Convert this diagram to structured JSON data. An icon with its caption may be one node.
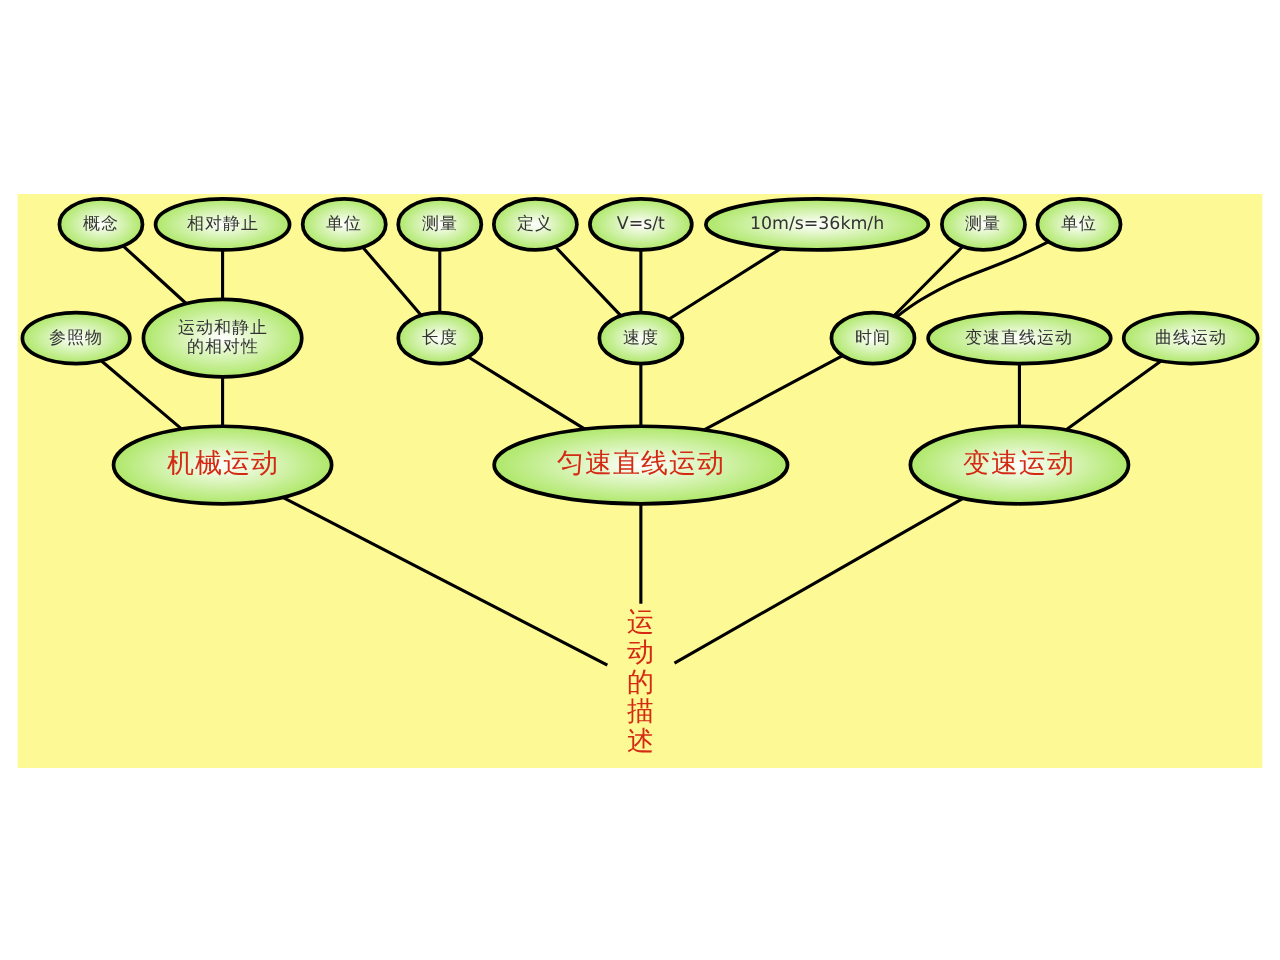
{
  "diagram": {
    "nodes": [
      {
        "text": [
          "运动的描述"
        ]
      },
      {
        "text": [
          "机械运动"
        ]
      },
      {
        "text": [
          "参照物"
        ]
      },
      {
        "text": [
          "运动和静止的相对性"
        ]
      },
      {
        "text": [
          "概念"
        ]
      },
      {
        "text": [
          "相对静止"
        ]
      },
      {
        "text": [
          "匀速直线运动"
        ]
      },
      {
        "text": [
          "长度"
        ]
      },
      {
        "text": [
          "单位"
        ]
      },
      {
        "text": [
          "测量"
        ]
      },
      {
        "text": [
          "速度"
        ]
      },
      {
        "text": [
          "定义"
        ]
      },
      {
        "text": [
          "V=s/t"
        ]
      },
      {
        "text": [
          "10m/s=36km/h"
        ]
      },
      {
        "text": [
          "时间"
        ]
      },
      {
        "text": [
          "测量"
        ]
      },
      {
        "text": [
          "单位"
        ]
      },
      {
        "text": [
          "变速运动"
        ]
      },
      {
        "text": [
          "变速直线运动"
        ]
      },
      {
        "text": [
          "曲线运动"
        ]
      }
    ],
    "edges": [
      {
        "from": 0,
        "to": 1,
        "arrow": "none"
      },
      {
        "from": 0,
        "to": 6,
        "arrow": "none"
      },
      {
        "from": 0,
        "to": 17,
        "arrow": "none"
      },
      {
        "from": 1,
        "to": 2,
        "arrow": "none"
      },
      {
        "from": 1,
        "to": 3,
        "arrow": "none"
      },
      {
        "from": 3,
        "to": 4,
        "arrow": "none"
      },
      {
        "from": 3,
        "to": 5,
        "arrow": "none"
      },
      {
        "from": 6,
        "to": 7,
        "arrow": "none"
      },
      {
        "from": 7,
        "to": 8,
        "arrow": "none"
      },
      {
        "from": 7,
        "to": 9,
        "arrow": "none"
      },
      {
        "from": 6,
        "to": 10,
        "arrow": "none"
      },
      {
        "from": 10,
        "to": 11,
        "arrow": "none"
      },
      {
        "from": 10,
        "to": 12,
        "arrow": "none"
      },
      {
        "from": 10,
        "to": 13,
        "arrow": "none"
      },
      {
        "from": 6,
        "to": 14,
        "arrow": "none"
      },
      {
        "from": 14,
        "to": 15,
        "arrow": "none"
      },
      {
        "from": 14,
        "to": 16,
        "arrow": "none"
      },
      {
        "from": 17,
        "to": 18,
        "arrow": "none"
      },
      {
        "from": 17,
        "to": 19,
        "arrow": "none"
      }
    ]
  }
}
